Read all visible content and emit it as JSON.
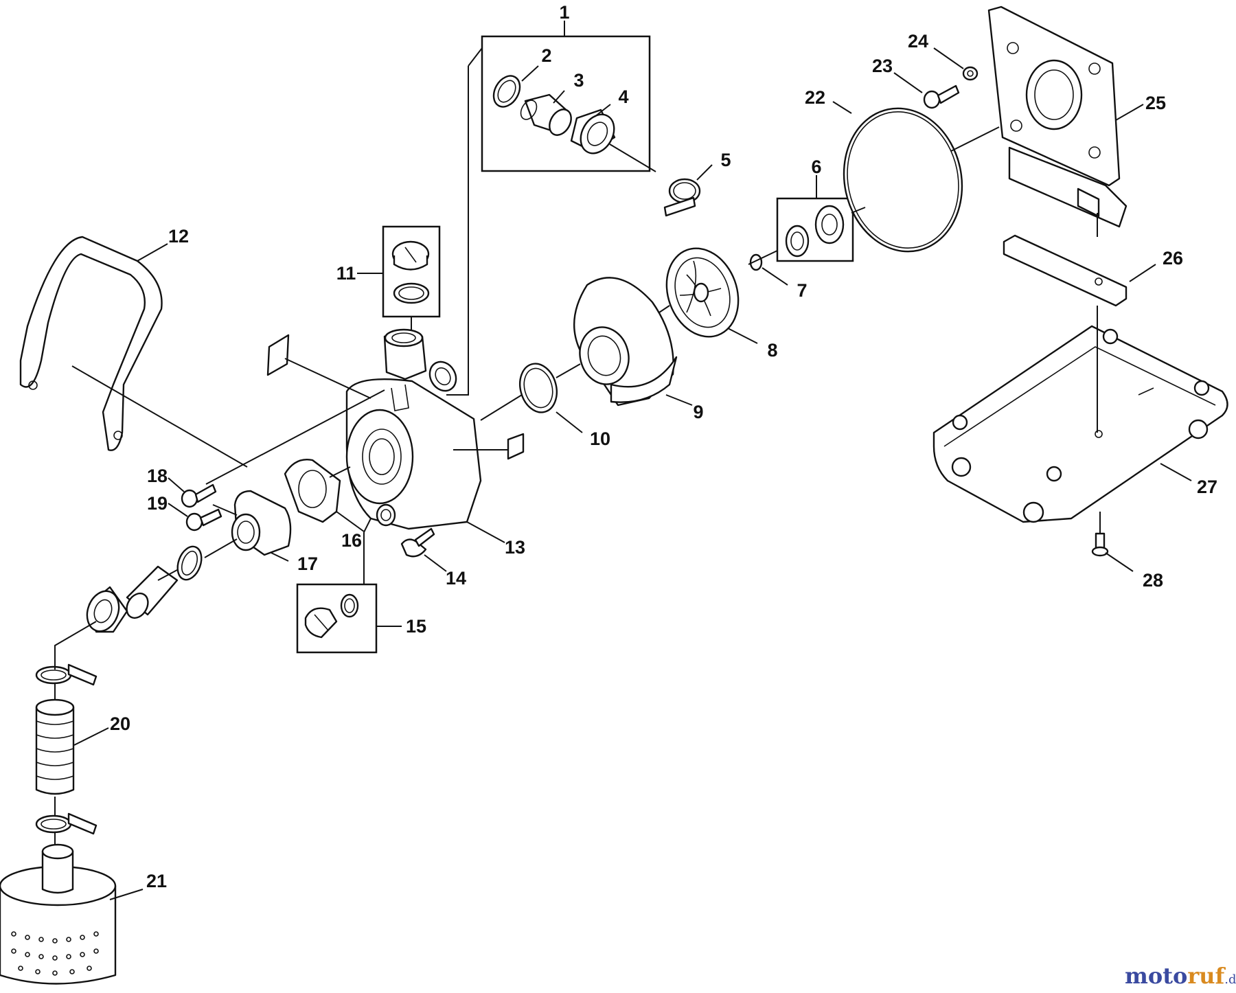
{
  "diagram": {
    "labels": [
      "1",
      "2",
      "3",
      "4",
      "5",
      "6",
      "7",
      "8",
      "9",
      "10",
      "11",
      "12",
      "13",
      "14",
      "15",
      "16",
      "17",
      "18",
      "19",
      "20",
      "21",
      "22",
      "23",
      "24",
      "25",
      "26",
      "27",
      "28"
    ]
  },
  "watermark": {
    "part1": "moto",
    "part2": "ruf",
    "suffix": ".de"
  }
}
